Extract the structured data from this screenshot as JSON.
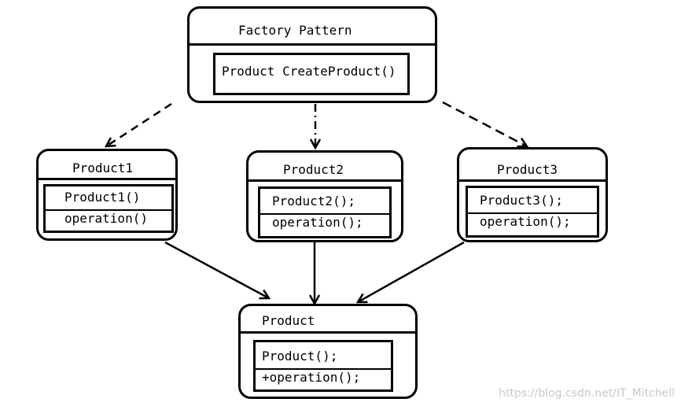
{
  "factory": {
    "title": "Factory Pattern",
    "method": "Product CreateProduct()"
  },
  "products": [
    {
      "title": "Product1",
      "constructor": "Product1()",
      "operation": "operation()"
    },
    {
      "title": "Product2",
      "constructor": "Product2();",
      "operation": "operation();"
    },
    {
      "title": "Product3",
      "constructor": "Product3();",
      "operation": "operation();"
    }
  ],
  "base_product": {
    "title": "Product",
    "constructor": "Product();",
    "operation": "+operation();"
  },
  "watermark": "https://blog.csdn.net/IT_Mitchell",
  "colors": {
    "stroke": "#000000",
    "background": "#ffffff",
    "watermark": "#c8c8c8"
  }
}
